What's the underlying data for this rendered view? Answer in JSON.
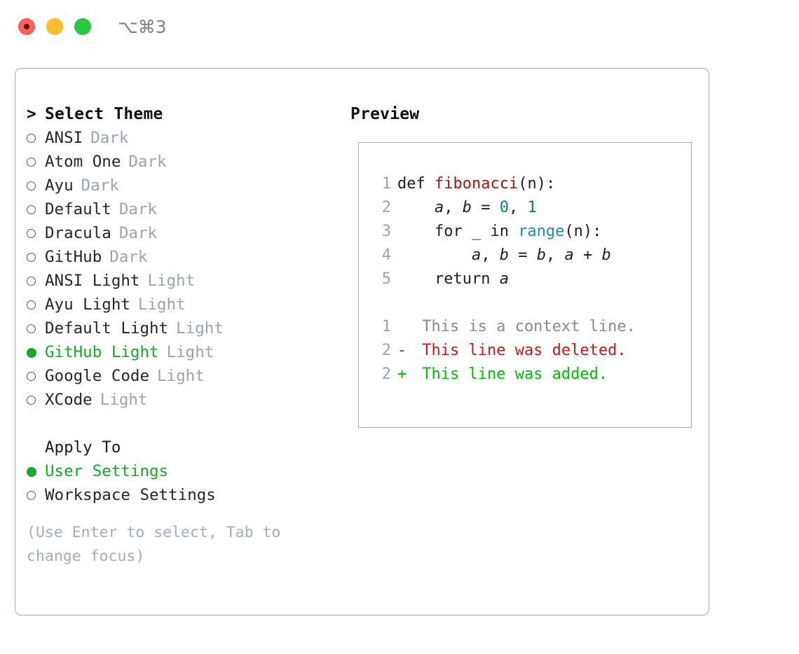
{
  "window": {
    "title": "⌥⌘3",
    "traffic_lights": [
      {
        "name": "close-button",
        "color": "#ff6058"
      },
      {
        "name": "minimize-button",
        "color": "#ffbd2e"
      },
      {
        "name": "maximize-button",
        "color": "#28c840"
      }
    ]
  },
  "theme_picker": {
    "header": "> Select Theme",
    "header_caret": ">",
    "header_label": "Select Theme",
    "selected_theme": "GitHub Light",
    "items": [
      {
        "name": "ANSI",
        "variant": "Dark",
        "selected": false,
        "marker": "○"
      },
      {
        "name": "Atom One",
        "variant": "Dark",
        "selected": false,
        "marker": "○"
      },
      {
        "name": "Ayu",
        "variant": "Dark",
        "selected": false,
        "marker": "○"
      },
      {
        "name": "Default",
        "variant": "Dark",
        "selected": false,
        "marker": "○"
      },
      {
        "name": "Dracula",
        "variant": "Dark",
        "selected": false,
        "marker": "○"
      },
      {
        "name": "GitHub",
        "variant": "Dark",
        "selected": false,
        "marker": "○"
      },
      {
        "name": "ANSI Light",
        "variant": "Light",
        "selected": false,
        "marker": "○"
      },
      {
        "name": "Ayu Light",
        "variant": "Light",
        "selected": false,
        "marker": "○"
      },
      {
        "name": "Default Light",
        "variant": "Light",
        "selected": false,
        "marker": "○"
      },
      {
        "name": "GitHub Light",
        "variant": "Light",
        "selected": true,
        "marker": "●"
      },
      {
        "name": "Google Code",
        "variant": "Light",
        "selected": false,
        "marker": "○"
      },
      {
        "name": "XCode",
        "variant": "Light",
        "selected": false,
        "marker": "○"
      }
    ]
  },
  "apply_to": {
    "header": "Apply To",
    "selected": "User Settings",
    "options": [
      {
        "label": "User Settings",
        "selected": true,
        "marker": "●"
      },
      {
        "label": "Workspace Settings",
        "selected": false,
        "marker": "○"
      }
    ]
  },
  "hint": "(Use Enter to select, Tab to change focus)",
  "preview": {
    "header": "Preview",
    "code_lines": [
      {
        "number": "1",
        "tokens": [
          {
            "text": "def ",
            "type": "keyword"
          },
          {
            "text": "fibonacci",
            "type": "function"
          },
          {
            "text": "(n):",
            "type": "plain"
          }
        ]
      },
      {
        "number": "2",
        "tokens": [
          {
            "text": "    ",
            "type": "plain"
          },
          {
            "text": "a",
            "type": "variable"
          },
          {
            "text": ", ",
            "type": "plain"
          },
          {
            "text": "b",
            "type": "variable"
          },
          {
            "text": " = ",
            "type": "plain"
          },
          {
            "text": "0",
            "type": "number"
          },
          {
            "text": ", ",
            "type": "plain"
          },
          {
            "text": "1",
            "type": "number"
          }
        ]
      },
      {
        "number": "3",
        "tokens": [
          {
            "text": "    for _ in ",
            "type": "keyword"
          },
          {
            "text": "range",
            "type": "call"
          },
          {
            "text": "(n):",
            "type": "plain"
          }
        ]
      },
      {
        "number": "4",
        "tokens": [
          {
            "text": "        ",
            "type": "plain"
          },
          {
            "text": "a",
            "type": "variable"
          },
          {
            "text": ", ",
            "type": "plain"
          },
          {
            "text": "b",
            "type": "variable"
          },
          {
            "text": " = ",
            "type": "plain"
          },
          {
            "text": "b",
            "type": "variable"
          },
          {
            "text": ", ",
            "type": "plain"
          },
          {
            "text": "a",
            "type": "variable"
          },
          {
            "text": " + ",
            "type": "plain"
          },
          {
            "text": "b",
            "type": "variable"
          }
        ]
      },
      {
        "number": "5",
        "tokens": [
          {
            "text": "    return ",
            "type": "keyword"
          },
          {
            "text": "a",
            "type": "variable"
          }
        ]
      }
    ],
    "diff_lines": [
      {
        "number": "1",
        "sign": " ",
        "text": "This is a context line.",
        "kind": "context"
      },
      {
        "number": "2",
        "sign": "-",
        "text": "This line was deleted.",
        "kind": "deleted"
      },
      {
        "number": "2",
        "sign": "+",
        "text": "This line was added.",
        "kind": "added"
      }
    ]
  },
  "colors": {
    "accent_green": "#17a92e",
    "variant_gray": "#9aa5b1",
    "hint_gray": "#a3aebb",
    "border": "#9fadbd",
    "syntax_function": "#a31515",
    "syntax_number": "#0e7c7b",
    "syntax_call": "#1b8bb8",
    "diff_deleted": "#cc1818",
    "diff_added": "#00bf00",
    "diff_context": "#8a8a8a"
  }
}
